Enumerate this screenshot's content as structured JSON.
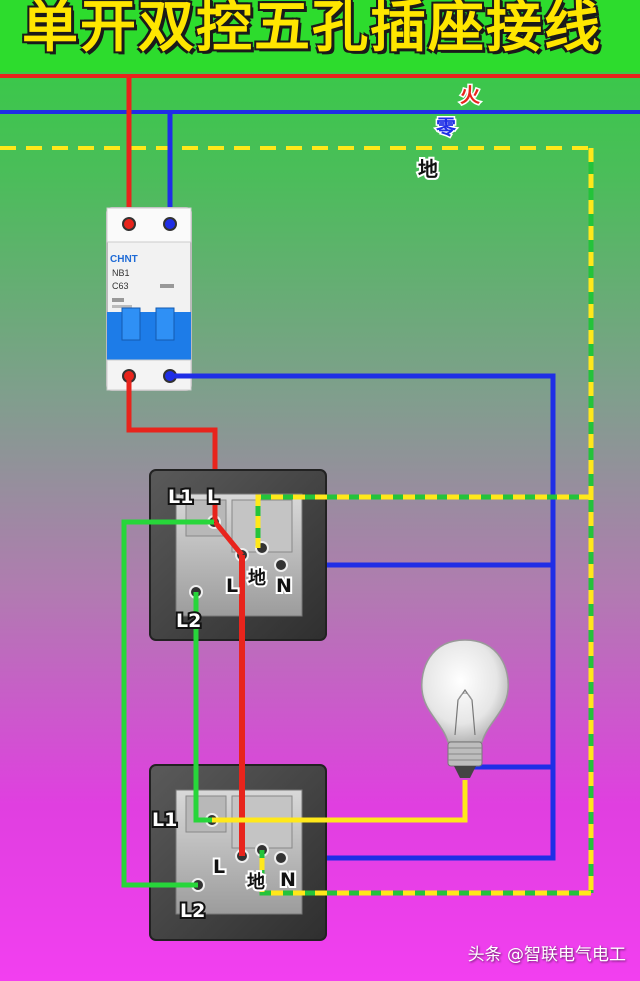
{
  "title": "单开双控五孔插座接线",
  "lines": {
    "live": "火",
    "neutral": "零",
    "ground": "地"
  },
  "breaker": {
    "brand": "CHNT",
    "model": "NB1",
    "rating": "C63"
  },
  "switch_top": {
    "l1": "L1",
    "l": "L",
    "l2": "L2"
  },
  "socket_top": {
    "l": "L",
    "ground": "地",
    "n": "N"
  },
  "switch_bottom": {
    "l1": "L1",
    "l2": "L2"
  },
  "socket_bottom": {
    "l": "L",
    "ground": "地",
    "n": "N"
  },
  "watermark": "头条 @智联电气电工",
  "colors": {
    "live": "#e8241c",
    "neutral": "#1f2ee6",
    "ground_yellow": "#ffe81a",
    "ground_green": "#24c33a",
    "traveler": "#27d63a",
    "lamp_feed": "#ffe81a"
  }
}
